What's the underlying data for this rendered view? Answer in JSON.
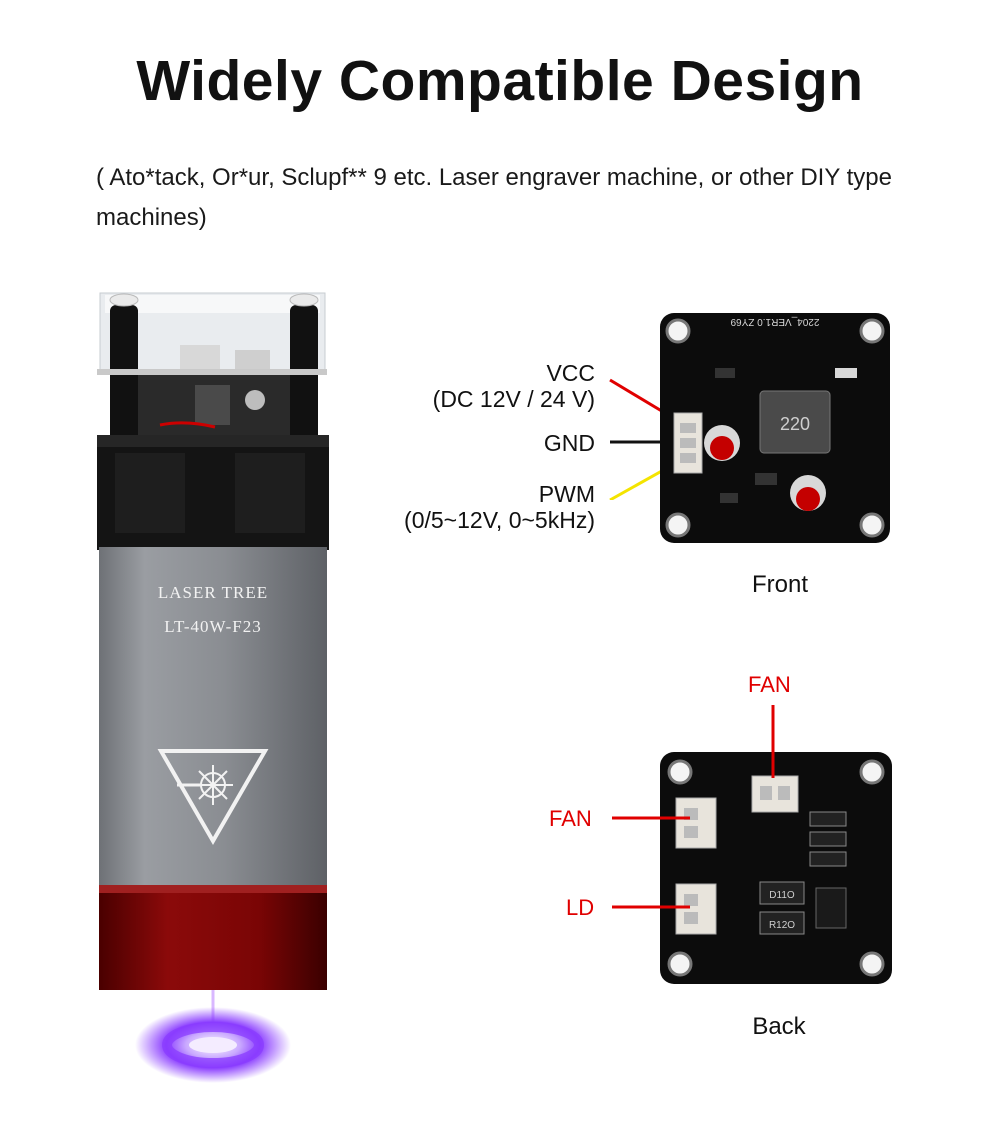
{
  "title": "Widely Compatible Design",
  "subtitle": "( Ato*tack, Or*ur, Sclupf** 9 etc. Laser engraver machine, or other DIY type machines)",
  "laser_module": {
    "brand": "LASER TREE",
    "model": "LT-40W-F23",
    "beam_color": "#8a3cff"
  },
  "front_board": {
    "caption": "Front",
    "pins": [
      {
        "label": "VCC",
        "sub": "(DC 12V / 24 V)",
        "wire_color": "#e00000"
      },
      {
        "label": "GND",
        "sub": "",
        "wire_color": "#111111"
      },
      {
        "label": "PWM",
        "sub": "(0/5~12V, 0~5kHz)",
        "wire_color": "#f4e400"
      }
    ],
    "silkscreen": "2204_VER1.0  ZY69",
    "inductor": "220"
  },
  "back_board": {
    "caption": "Back",
    "labels": [
      "FAN",
      "FAN",
      "LD"
    ],
    "resistors": [
      "D11O",
      "R12O"
    ],
    "label_color": "#e00000"
  }
}
